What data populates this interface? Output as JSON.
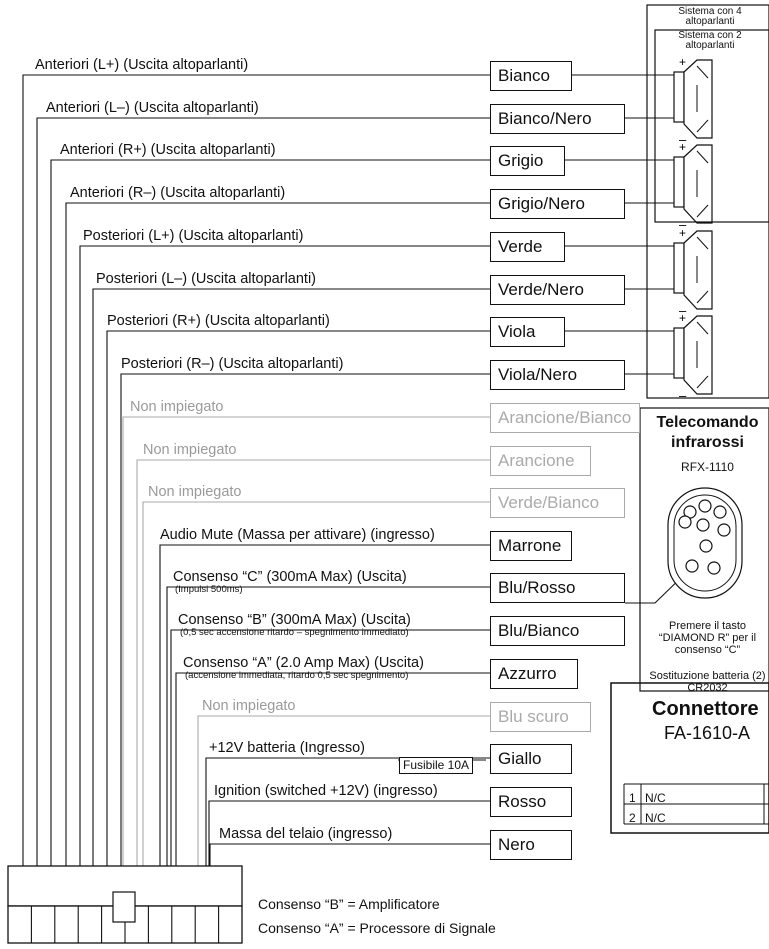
{
  "wires": [
    {
      "label": "Anteriori (L+)  (Uscita altoparlanti)",
      "color": "Bianco",
      "active": true
    },
    {
      "label": "Anteriori (L–)  (Uscita altoparlanti)",
      "color": "Bianco/Nero",
      "active": true
    },
    {
      "label": "Anteriori (R+)  (Uscita altoparlanti)",
      "color": "Grigio",
      "active": true
    },
    {
      "label": "Anteriori (R–)  (Uscita altoparlanti)",
      "color": "Grigio/Nero",
      "active": true
    },
    {
      "label": "Posteriori (L+)  (Uscita altoparlanti)",
      "color": "Verde",
      "active": true
    },
    {
      "label": "Posteriori (L–)  (Uscita altoparlanti)",
      "color": "Verde/Nero",
      "active": true
    },
    {
      "label": "Posteriori (R+)  (Uscita altoparlanti)",
      "color": "Viola",
      "active": true
    },
    {
      "label": "Posteriori (R–)  (Uscita altoparlanti)",
      "color": "Viola/Nero",
      "active": true
    },
    {
      "label": "Non impiegato",
      "color": "Arancione/Bianco",
      "active": false
    },
    {
      "label": "Non impiegato",
      "color": "Arancione",
      "active": false
    },
    {
      "label": "Non impiegato",
      "color": "Verde/Bianco",
      "active": false
    },
    {
      "label": "Audio Mute (Massa per attivare)  (ingresso)",
      "color": "Marrone",
      "active": true
    },
    {
      "label": "Consenso “C” (300mA Max)  (Uscita)",
      "sub": "(Impulsi 500ms)",
      "color": "Blu/Rosso",
      "active": true
    },
    {
      "label": "Consenso “B” (300mA Max)  (Uscita)",
      "sub": "(0,5 sec accensione ritardo – spegnimento immediato)",
      "color": "Blu/Bianco",
      "active": true
    },
    {
      "label": "Consenso “A” (2.0 Amp Max)  (Uscita)",
      "sub": "(accensione immediata, ritardo 0,5 sec spegnimento)",
      "color": "Azzurro",
      "active": true
    },
    {
      "label": "Non impiegato",
      "color": "Blu scuro",
      "active": false
    },
    {
      "label": "+12V batteria  (Ingresso)",
      "color": "Giallo",
      "active": true
    },
    {
      "label": "Ignition (switched +12V)  (ingresso)",
      "color": "Rosso",
      "active": true
    },
    {
      "label": "Massa del telaio  (ingresso)",
      "color": "Nero",
      "active": true
    }
  ],
  "speaker_system": {
    "four": "Sistema con 4 altoparlanti",
    "two": "Sistema con 2 altoparlanti",
    "plus": "+",
    "minus": "–"
  },
  "fuse": "Fusibile 10A",
  "remote": {
    "title1": "Telecomando",
    "title2": "infrarossi",
    "model": "RFX-1110",
    "press_note": "Premere il tasto “DIAMOND R” per il consenso “C”",
    "battery_note": "Sostituzione batteria (2) CR2032"
  },
  "connector": {
    "title": "Connettore",
    "subtitle": "FA-1610-A",
    "rows": [
      {
        "num": "1",
        "text": "N/C"
      },
      {
        "num": "2",
        "text": "N/C"
      }
    ]
  },
  "notes": [
    "Consenso “B” = Amplificatore",
    "Consenso “A” = Processore di Signale"
  ]
}
